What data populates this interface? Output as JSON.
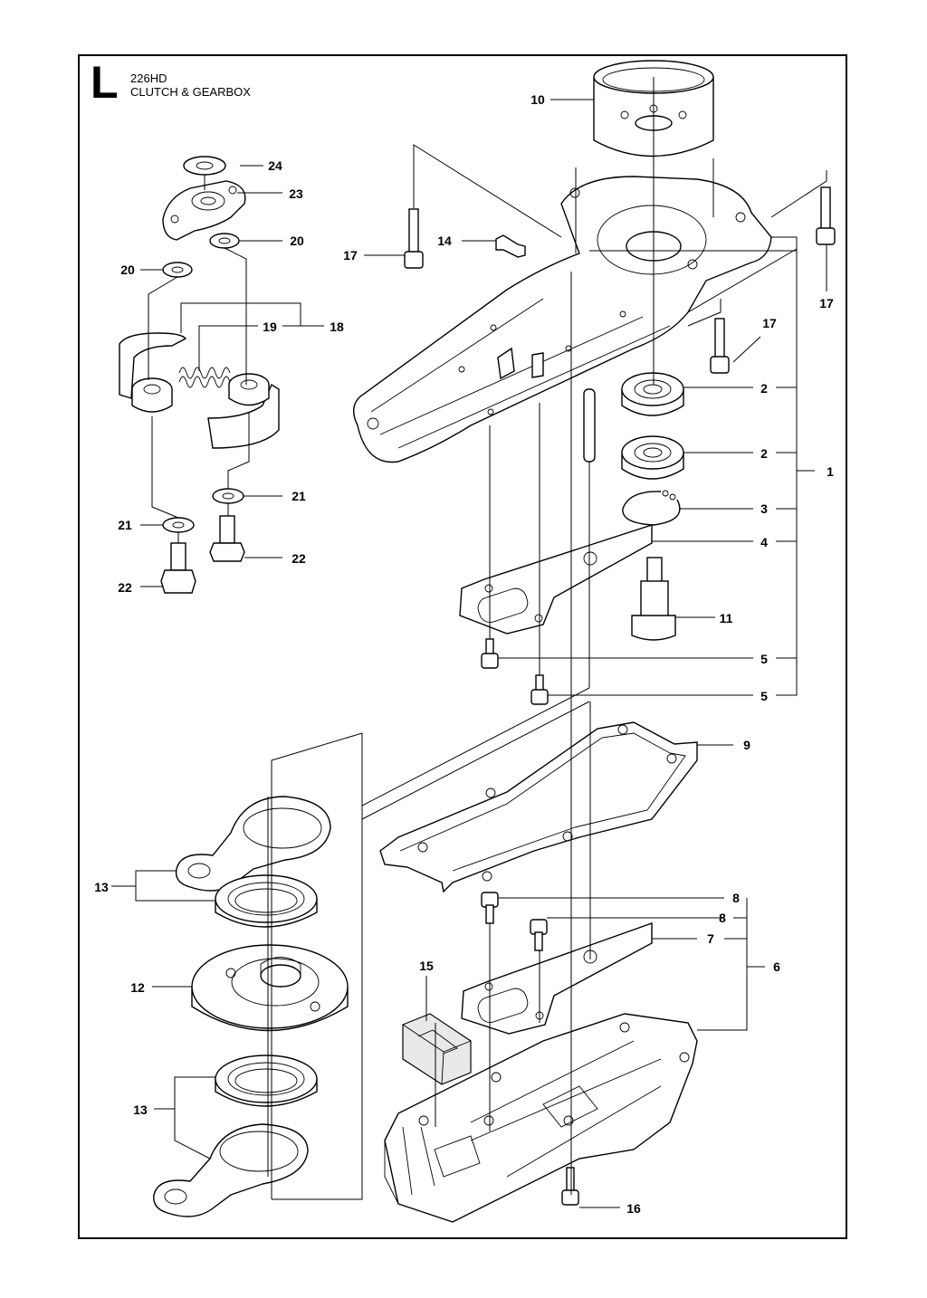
{
  "header": {
    "section_letter": "L",
    "model": "226HD",
    "title": "CLUTCH & GEARBOX"
  },
  "callouts": [
    {
      "id": "c1",
      "label": "1"
    },
    {
      "id": "c2a",
      "label": "2"
    },
    {
      "id": "c2b",
      "label": "2"
    },
    {
      "id": "c3",
      "label": "3"
    },
    {
      "id": "c4",
      "label": "4"
    },
    {
      "id": "c5a",
      "label": "5"
    },
    {
      "id": "c5b",
      "label": "5"
    },
    {
      "id": "c6",
      "label": "6"
    },
    {
      "id": "c7",
      "label": "7"
    },
    {
      "id": "c8a",
      "label": "8"
    },
    {
      "id": "c8b",
      "label": "8"
    },
    {
      "id": "c9",
      "label": "9"
    },
    {
      "id": "c10",
      "label": "10"
    },
    {
      "id": "c11",
      "label": "11"
    },
    {
      "id": "c12",
      "label": "12"
    },
    {
      "id": "c13a",
      "label": "13"
    },
    {
      "id": "c13b",
      "label": "13"
    },
    {
      "id": "c14",
      "label": "14"
    },
    {
      "id": "c15",
      "label": "15"
    },
    {
      "id": "c16",
      "label": "16"
    },
    {
      "id": "c17a",
      "label": "17"
    },
    {
      "id": "c17b",
      "label": "17"
    },
    {
      "id": "c17c",
      "label": "17"
    },
    {
      "id": "c18",
      "label": "18"
    },
    {
      "id": "c19",
      "label": "19"
    },
    {
      "id": "c20a",
      "label": "20"
    },
    {
      "id": "c20b",
      "label": "20"
    },
    {
      "id": "c21a",
      "label": "21"
    },
    {
      "id": "c21b",
      "label": "21"
    },
    {
      "id": "c22a",
      "label": "22"
    },
    {
      "id": "c22b",
      "label": "22"
    },
    {
      "id": "c23",
      "label": "23"
    },
    {
      "id": "c24",
      "label": "24"
    }
  ]
}
